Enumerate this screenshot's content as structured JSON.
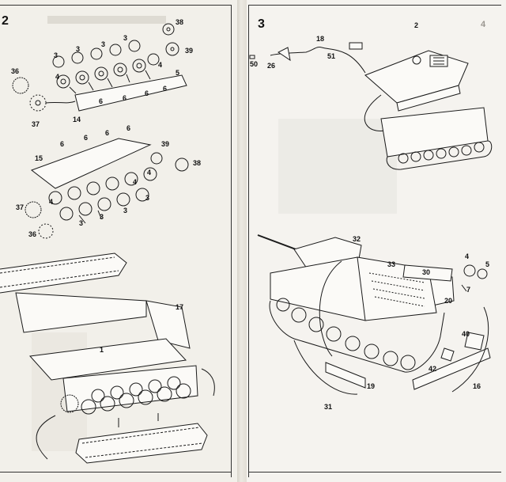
{
  "steps": {
    "left": "2",
    "right": "3",
    "corner": "4"
  },
  "left_callouts": {
    "p3": "3",
    "p4": "4",
    "p5": "5",
    "p6": "6",
    "p14": "14",
    "p15": "15",
    "p36": "36",
    "p37": "37",
    "p38": "38",
    "p39": "39",
    "p1": "1",
    "p17": "17"
  },
  "right_callouts": {
    "p2": "2",
    "p18": "18",
    "p51": "51",
    "p50": "50",
    "p26": "26",
    "p32": "32",
    "p33": "33",
    "p30": "30",
    "p4": "4",
    "p5": "5",
    "p7": "7",
    "p20": "20",
    "p40": "40",
    "p42": "42",
    "p16": "16",
    "p19": "19",
    "p31": "31"
  }
}
